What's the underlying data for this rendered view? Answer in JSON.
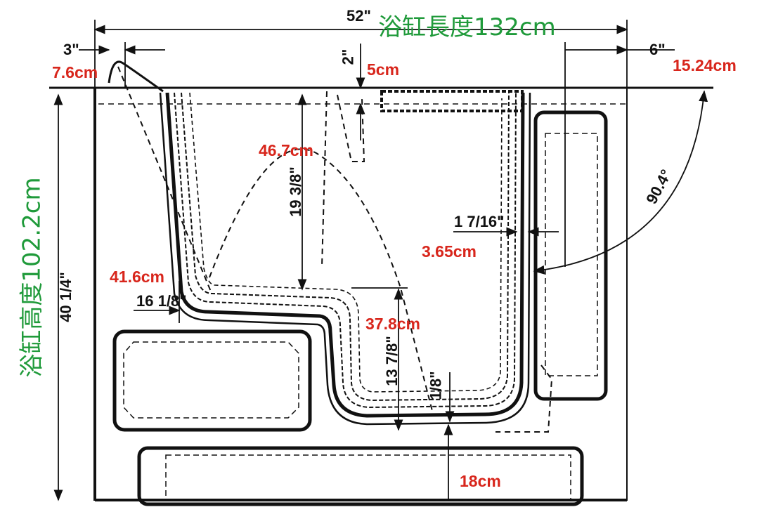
{
  "diagram": {
    "title_length": "浴缸長度132cm",
    "title_height": "浴缸高度102.2cm",
    "colors": {
      "metric": "#d8261c",
      "title": "#1f9a3a",
      "line": "#111111"
    }
  },
  "dimensions_imperial": {
    "overall_length": "52\"",
    "rim_left": "3\"",
    "top_step": "2\"",
    "right_offset": "6\"",
    "door_angle": "90.4°",
    "inner_depth": "19 3/8\"",
    "wall_gap": "1 7/16\"",
    "seat_length": "16 1/8\"",
    "seat_height": "13 7/8\"",
    "floor_gap": "1/8\"",
    "overall_height": "40 1/4\""
  },
  "dimensions_metric": {
    "rim_left": "7.6cm",
    "top_step": "5cm",
    "right_offset": "15.24cm",
    "inner_depth": "46.7cm",
    "wall_gap": "3.65cm",
    "seat_length": "41.6cm",
    "seat_height": "37.8cm",
    "floor_gap": "18cm"
  }
}
